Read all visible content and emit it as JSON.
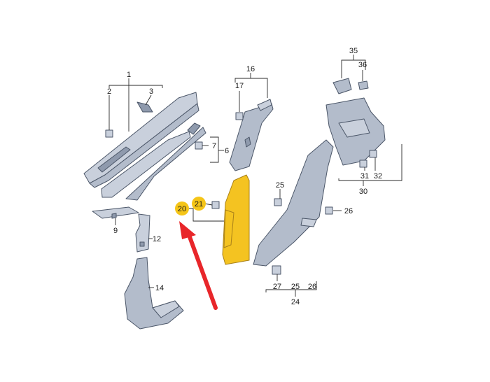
{
  "diagram": {
    "highlight_color": "#f5c518",
    "arrow_color": "#e8262a",
    "part_color": "#b3bccb",
    "labels": {
      "p1": "1",
      "p2": "2",
      "p3": "3",
      "p6": "6",
      "p7": "7",
      "p9": "9",
      "p12": "12",
      "p14": "14",
      "p16": "16",
      "p17": "17",
      "p20": "20",
      "p21": "21",
      "p24": "24",
      "p25_top": "25",
      "p25_bot": "25",
      "p26_right": "26",
      "p26_bot": "26",
      "p27": "27",
      "p30": "30",
      "p31": "31",
      "p32": "32",
      "p35": "35",
      "p36": "36"
    }
  }
}
